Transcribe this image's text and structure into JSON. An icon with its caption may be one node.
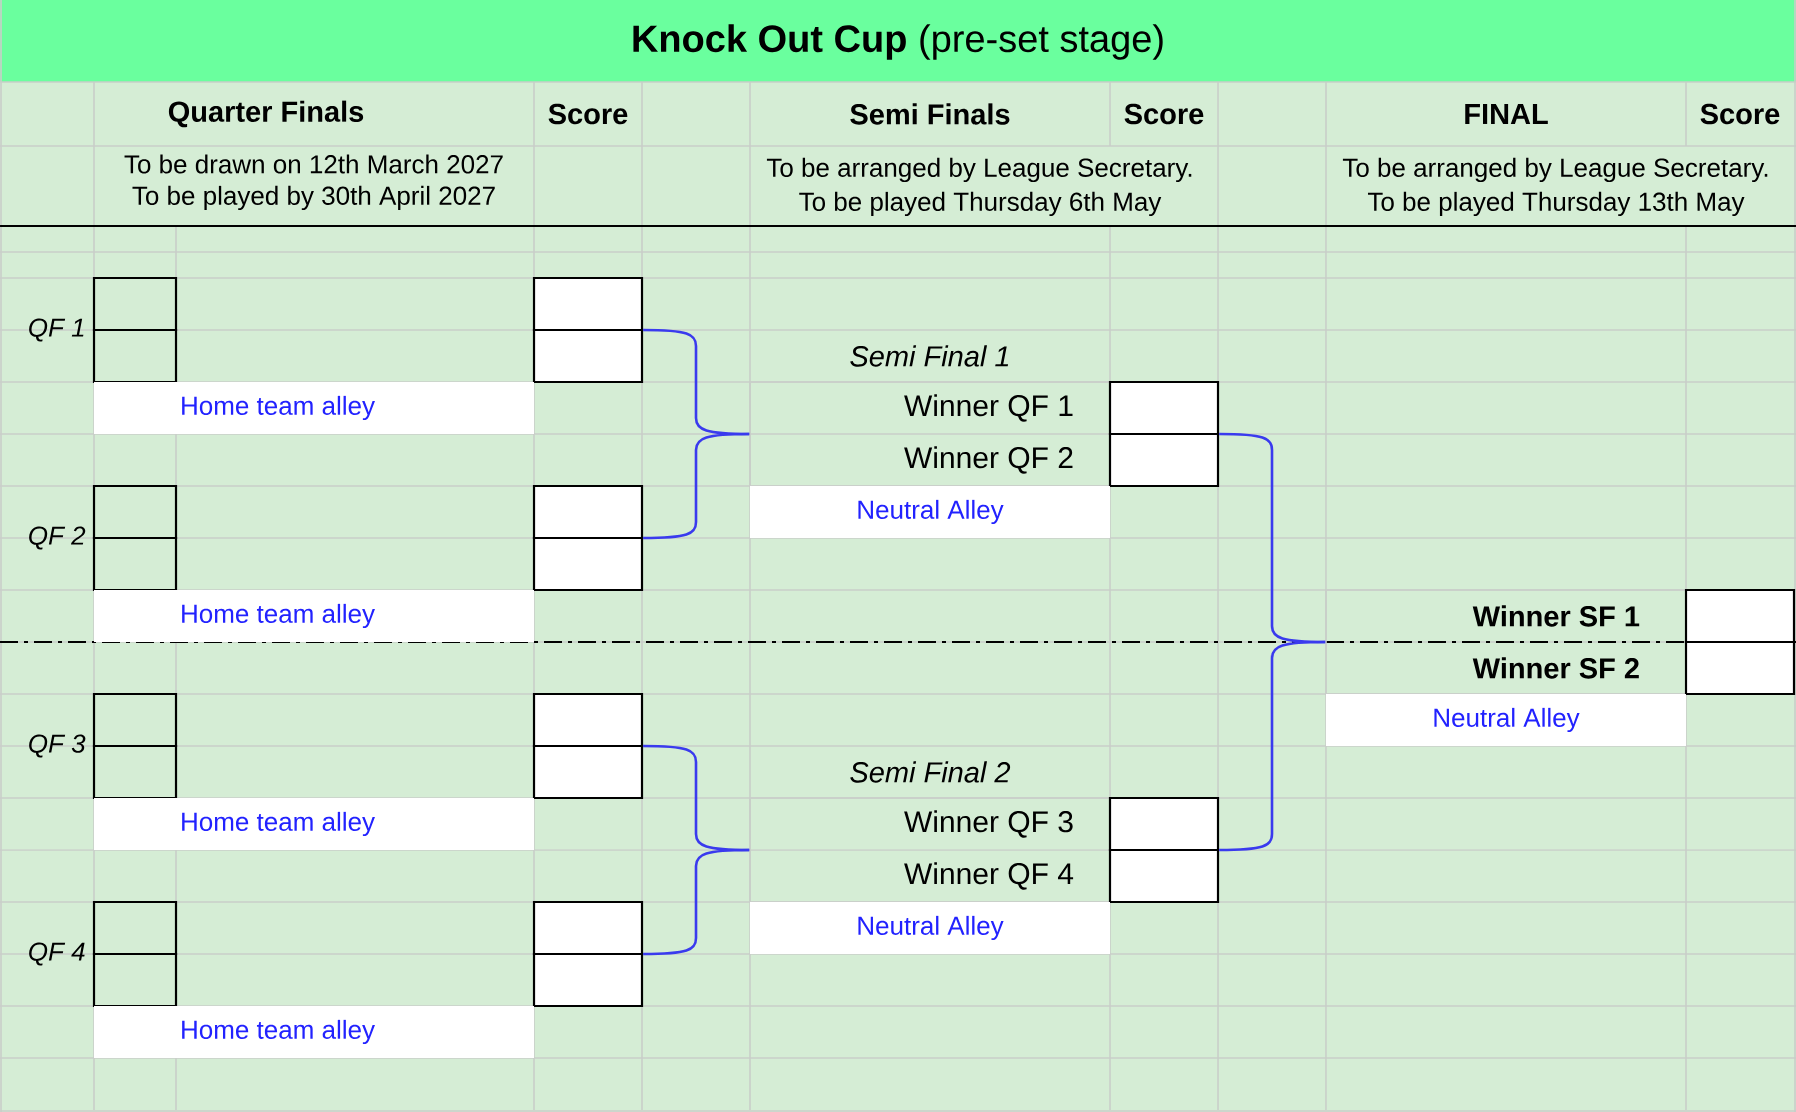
{
  "diagram": {
    "title": "**Knock Out Cup** (pre-set stage)",
    "nodes": [
      {
        "text": [],
        "shape": "box",
        "beside": [
          "QF 1"
        ]
      },
      {
        "text": [],
        "shape": "box"
      },
      {
        "text": [
          "Home team alley"
        ]
      },
      {
        "text": [],
        "shape": "box",
        "beside": [
          "QF 2"
        ]
      },
      {
        "text": [],
        "shape": "box"
      },
      {
        "text": [
          "Home team alley"
        ]
      },
      {
        "text": [],
        "shape": "box",
        "beside": [
          "QF 3"
        ]
      },
      {
        "text": [],
        "shape": "box"
      },
      {
        "text": [
          "Home team alley"
        ]
      },
      {
        "text": [],
        "shape": "box",
        "beside": [
          "QF 4"
        ]
      },
      {
        "text": [],
        "shape": "box"
      },
      {
        "text": [
          "Home team alley"
        ]
      },
      {
        "text": [
          "Winner QF 1",
          "Winner QF 2"
        ],
        "beside": [
          "Semi Final 1"
        ]
      },
      {
        "text": [],
        "shape": "box"
      },
      {
        "text": [
          "Neutral Alley"
        ]
      },
      {
        "text": [
          "Winner QF 3",
          "Winner QF 4"
        ],
        "beside": [
          "Semi Final 2"
        ]
      },
      {
        "text": [],
        "shape": "box"
      },
      {
        "text": [
          "Neutral Alley"
        ]
      },
      {
        "text": [
          "Winner SF 1",
          "Winner SF 2"
        ]
      },
      {
        "text": [],
        "shape": "box"
      },
      {
        "text": [
          "Neutral Alley"
        ]
      }
    ],
    "edges": [
      {
        "from": 1,
        "to": 12,
        "arrow": "none"
      },
      {
        "from": 4,
        "to": 12,
        "arrow": "none"
      },
      {
        "from": 7,
        "to": 15,
        "arrow": "none"
      },
      {
        "from": 10,
        "to": 15,
        "arrow": "none"
      },
      {
        "from": 13,
        "to": 18,
        "arrow": "none"
      },
      {
        "from": 16,
        "to": 18,
        "arrow": "none"
      }
    ],
    "labels": [
      "Quarter Finals",
      "Score",
      "Semi Finals",
      "Score",
      "FINAL",
      "Score",
      "To be drawn on 12th March 2027",
      "To be arranged by League Secretary.",
      "To be arranged by League Secretary.",
      "To be played by 30th April 2027",
      "To be played Thursday 6th May",
      "To be played Thursday 13th May"
    ]
  }
}
